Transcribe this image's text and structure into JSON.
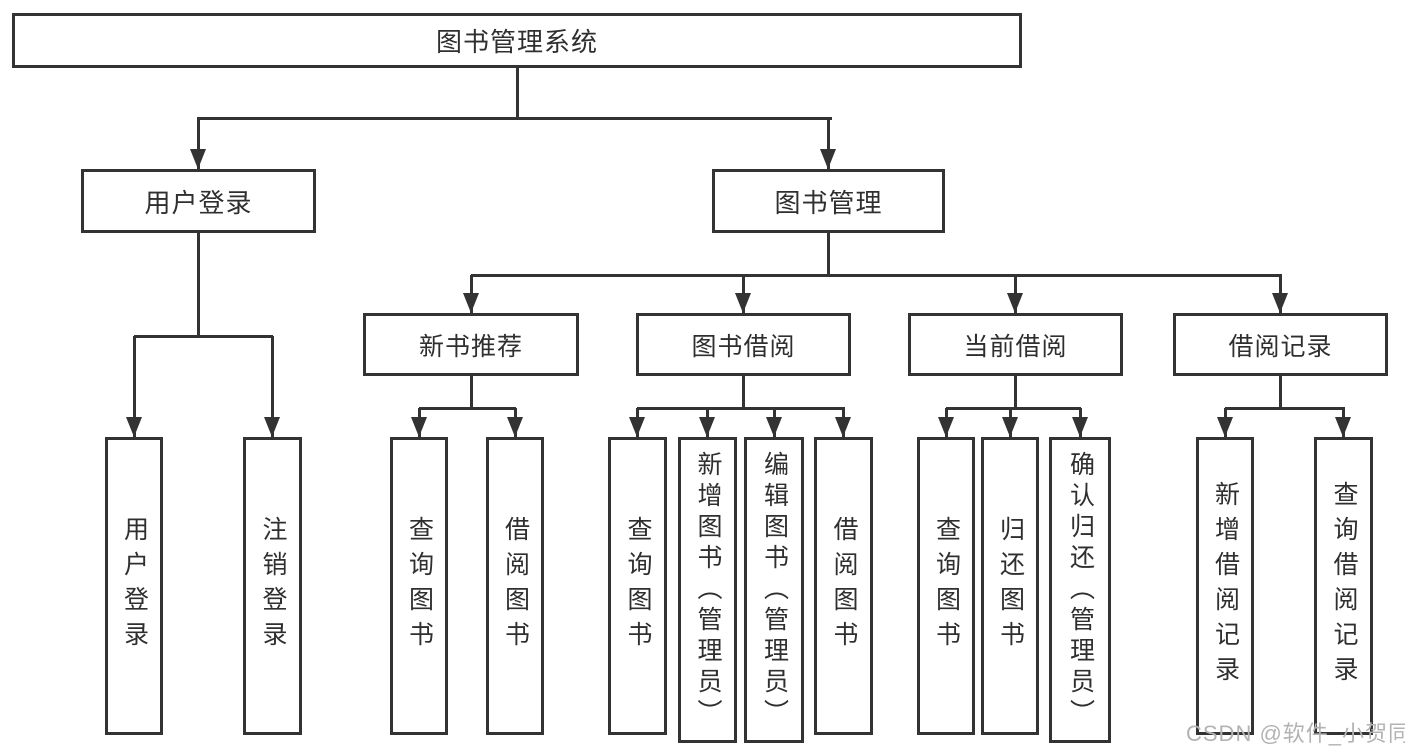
{
  "tree": {
    "root": {
      "label": "图书管理系统"
    },
    "branches": [
      {
        "label": "用户登录",
        "leaves": [
          {
            "label": "用户登录"
          },
          {
            "label": "注销登录"
          }
        ]
      },
      {
        "label": "图书管理",
        "groups": [
          {
            "label": "新书推荐",
            "leaves": [
              {
                "label": "查询图书"
              },
              {
                "label": "借阅图书"
              }
            ]
          },
          {
            "label": "图书借阅",
            "leaves": [
              {
                "label": "查询图书"
              },
              {
                "label": "新增图书（管理员）"
              },
              {
                "label": "编辑图书（管理员）"
              },
              {
                "label": "借阅图书"
              }
            ]
          },
          {
            "label": "当前借阅",
            "leaves": [
              {
                "label": "查询图书"
              },
              {
                "label": "归还图书"
              },
              {
                "label": "确认归还（管理员）"
              }
            ]
          },
          {
            "label": "借阅记录",
            "leaves": [
              {
                "label": "新增借阅记录"
              },
              {
                "label": "查询借阅记录"
              }
            ]
          }
        ]
      }
    ]
  },
  "watermark": {
    "text": "CSDN @软件_小贺同学"
  },
  "colors": {
    "line": "#333333",
    "text": "#2f2f2f",
    "background": "#ffffff",
    "watermark": "#b3b3b3"
  }
}
